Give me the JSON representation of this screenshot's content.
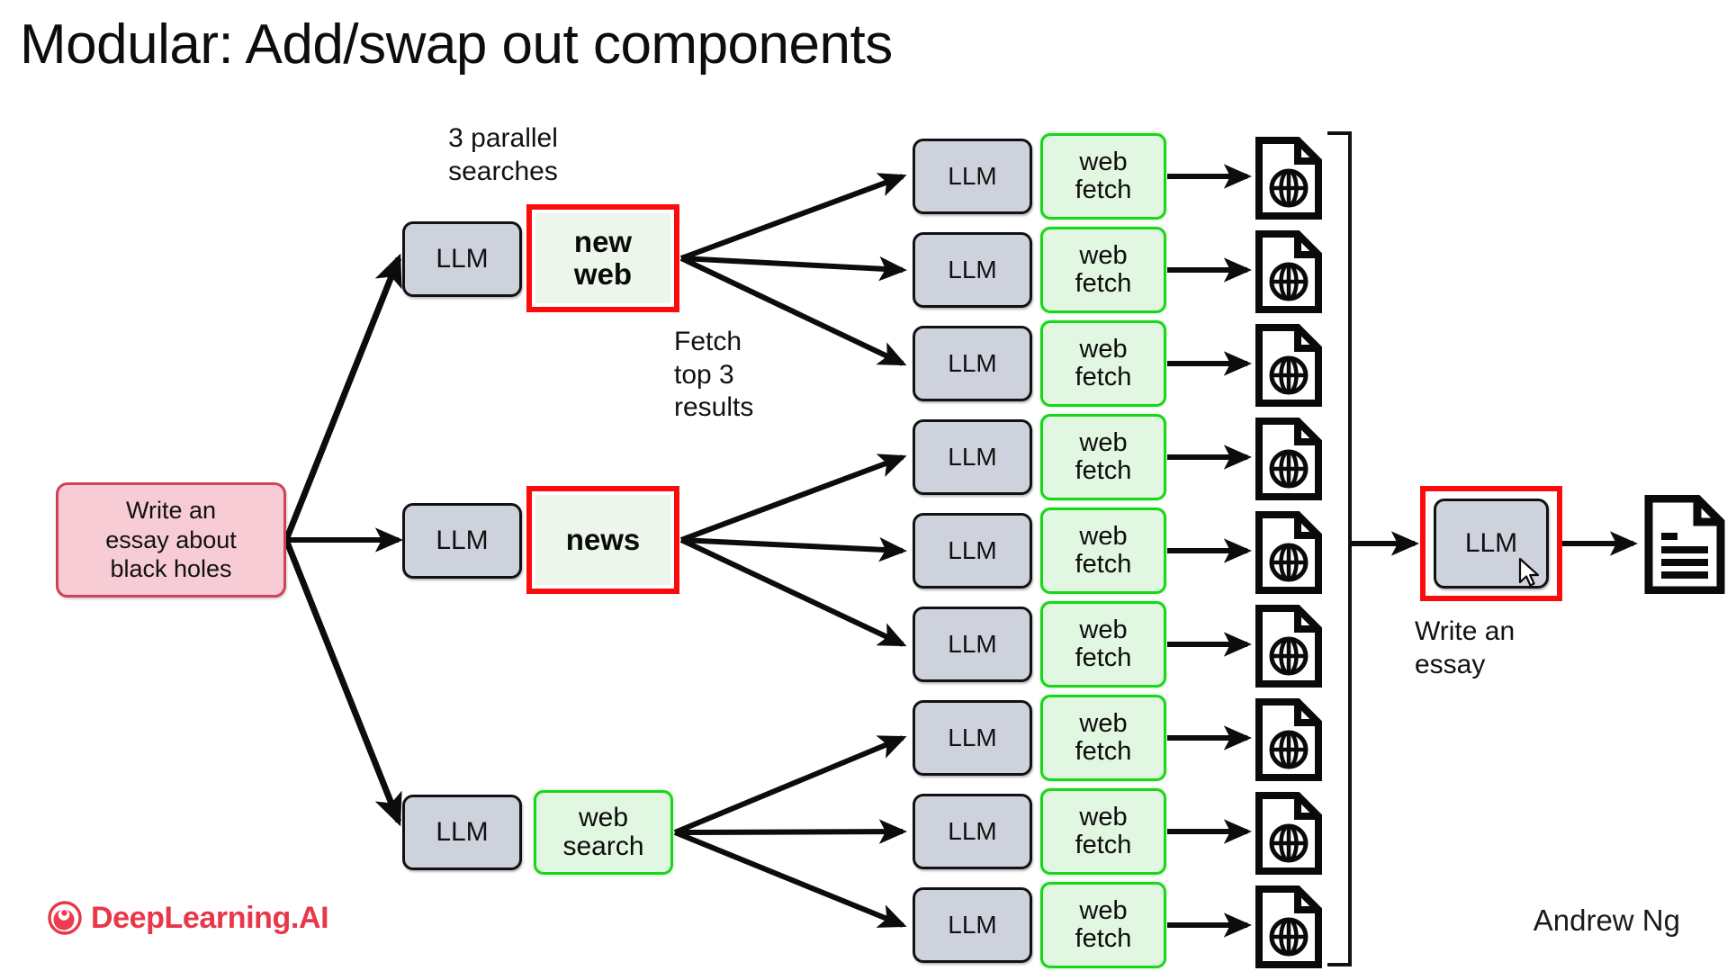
{
  "slide": {
    "title": "Modular: Add/swap out components",
    "byline": "Andrew Ng",
    "brand": "DeepLearning.AI"
  },
  "colors": {
    "accent_red": "#fb0b0b",
    "brand_red": "#e8374a",
    "tool_green_border": "#18d618",
    "tool_green_fill": "#e1f7e1",
    "llm_fill": "#ced2dc",
    "prompt_fill": "#f7ccd4",
    "prompt_border": "#cf4356"
  },
  "labels": {
    "parallel_searches": "3 parallel\nsearches",
    "parallel_searches_line1": "3 parallel",
    "parallel_searches_line2": "searches",
    "fetch_results_line1": "Fetch",
    "fetch_results_line2": "top 3",
    "fetch_results_line3": "results",
    "write_essay_line1": "Write an",
    "write_essay_line2": "essay"
  },
  "prompt": {
    "line1": "Write an",
    "line2": "essay about",
    "line3": "black holes"
  },
  "branches": [
    {
      "id": "branch-1",
      "llm_label": "LLM",
      "tool_label_line1": "new",
      "tool_label_line2": "web",
      "highlighted": true,
      "bold": true
    },
    {
      "id": "branch-2",
      "llm_label": "LLM",
      "tool_label_line1": "news",
      "tool_label_line2": "",
      "highlighted": true,
      "bold": true
    },
    {
      "id": "branch-3",
      "llm_label": "LLM",
      "tool_label_line1": "web",
      "tool_label_line2": "search",
      "highlighted": false,
      "bold": false
    }
  ],
  "fetch_rows": [
    {
      "llm_label": "LLM",
      "tool_line1": "web",
      "tool_line2": "fetch",
      "result_icon": "web-document-icon"
    },
    {
      "llm_label": "LLM",
      "tool_line1": "web",
      "tool_line2": "fetch",
      "result_icon": "web-document-icon"
    },
    {
      "llm_label": "LLM",
      "tool_line1": "web",
      "tool_line2": "fetch",
      "result_icon": "web-document-icon"
    },
    {
      "llm_label": "LLM",
      "tool_line1": "web",
      "tool_line2": "fetch",
      "result_icon": "web-document-icon"
    },
    {
      "llm_label": "LLM",
      "tool_line1": "web",
      "tool_line2": "fetch",
      "result_icon": "web-document-icon"
    },
    {
      "llm_label": "LLM",
      "tool_line1": "web",
      "tool_line2": "fetch",
      "result_icon": "web-document-icon"
    },
    {
      "llm_label": "LLM",
      "tool_line1": "web",
      "tool_line2": "fetch",
      "result_icon": "web-document-icon"
    },
    {
      "llm_label": "LLM",
      "tool_line1": "web",
      "tool_line2": "fetch",
      "result_icon": "web-document-icon"
    },
    {
      "llm_label": "LLM",
      "tool_line1": "web",
      "tool_line2": "fetch",
      "result_icon": "web-document-icon"
    }
  ],
  "final": {
    "llm_label": "LLM",
    "highlighted": true,
    "caption_line1": "Write an",
    "caption_line2": "essay",
    "output_icon": "text-document-icon"
  }
}
